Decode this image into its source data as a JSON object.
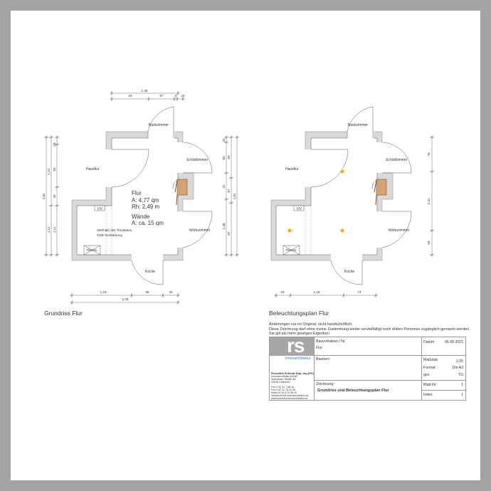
{
  "captions": {
    "left": "Grundriss Flur",
    "right": "Beleuchtungsplan Flur"
  },
  "rooms": {
    "bad": "Badezimmer",
    "schlaf": "Schlafzimmer",
    "hausflur": "Hausflur",
    "wohn": "Wohnzimmer",
    "kueche": "Küche",
    "uv": "UV",
    "therme": "Therme"
  },
  "flur_info": {
    "name": "Flur",
    "area": "A: 4,77 qm",
    "height": "Rh: 2,49 m",
    "walls_title": "Wände",
    "walls_area": "A: ca. 15 qm"
  },
  "osb_note": [
    "oberhalb des Trockbaus",
    "OSB-Verstärkung"
  ],
  "dims_left": {
    "top_total": "1,48",
    "top": [
      "83",
      "57",
      "8",
      "22"
    ],
    "left_outer": "2,62",
    "left_mid": [
      "1,51",
      "1,11"
    ],
    "left_inner": [
      "28",
      "83",
      "40",
      "1,11"
    ],
    "right_a": [
      "20",
      "83",
      "32",
      "1,38"
    ],
    "right_b": [
      "69",
      "67",
      "87"
    ],
    "right_total": "2,62",
    "bottom": [
      "1,24",
      "69",
      "33"
    ],
    "bottom_total": "2,26"
  },
  "dims_right": {
    "right": [
      "76",
      "1,31",
      "56"
    ],
    "bottom": [
      "33",
      "1,19",
      "74"
    ]
  },
  "light_color": "#f5a800",
  "notes": [
    "Änderungen nur im Original, nicht handschriftlich.",
    "Diese Zeichnung darf ohne meine Zustimmung weder vervielfältigt noch dritten Personen zugänglich gemacht werden.",
    "Sie gilt als mein geistiges Eigentum."
  ],
  "titleblock": {
    "logo": "rs",
    "logo_sub": "innenarchitektur",
    "company": "Roswitha Schmitt Dipl.-Ing.(FH)",
    "address": [
      "Innenarchitektin AKNW",
      "Spenander Straße 48",
      "33335 Gütersloh"
    ],
    "contact": [
      "Fon   0 52 41 7 68 16",
      "Fax   0 52 41 76 31 50",
      "Mobil  01 60 6 11 56 40",
      "info@schmitt-innenarchitektur.de",
      "www.schmitt-innenarchitektur.de"
    ],
    "bauvorhaben_label": "Bauvorhaben / Nr.",
    "bauvorhaben": "Flur",
    "bauherr_label": "Bauherr:",
    "zeichnung_label": "Zeichnung:",
    "zeichnung": "Grundriss und Beleuchtungsplan Flur",
    "datum_label": "Datum",
    "datum": "06.08.2015",
    "massstab_label": "Maßstab",
    "massstab": "1:25",
    "format_label": "Format",
    "format": "Din A3",
    "gez_label": "gez",
    "gez": "TG",
    "blatt_label": "Blatt-Nr.",
    "blatt": "1",
    "index_label": "Index",
    "index": "1"
  }
}
